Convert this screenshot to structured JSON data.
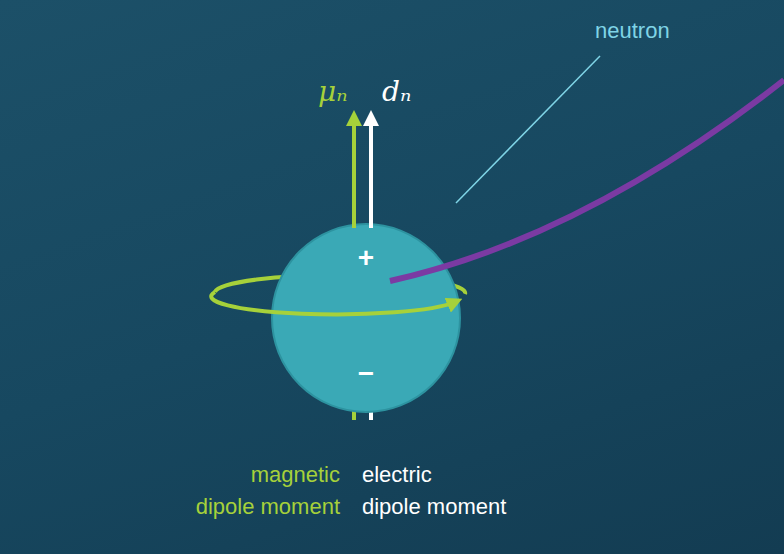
{
  "diagram": {
    "nodes": [
      {
        "text": [
          "+",
          "−"
        ]
      }
    ],
    "labels": [
      "neutron",
      "μₙ",
      "dₙ",
      "magnetic",
      "dipole moment",
      "electric",
      "dipole moment"
    ]
  }
}
